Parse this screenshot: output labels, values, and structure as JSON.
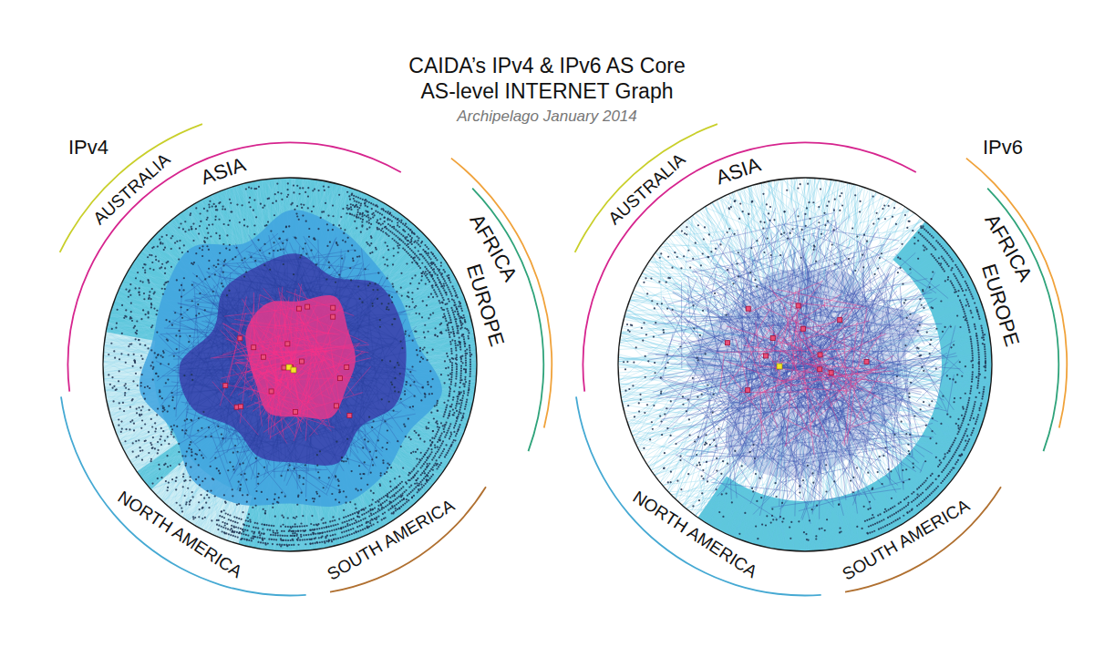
{
  "diagram": {
    "title": "CAIDA’s IPv4 & IPv6 AS Core AS-level INTERNET Graph",
    "caption": "Archipelago January 2014",
    "labels": [
      "IPv4",
      "AUSTRALIA",
      "ASIA",
      "AFRICA",
      "EUROPE",
      "NORTH AMERICA",
      "SOUTH AMERICA",
      "IPv6",
      "AUSTRALIA",
      "ASIA",
      "AFRICA",
      "EUROPE",
      "NORTH AMERICA",
      "SOUTH AMERICA"
    ]
  }
}
